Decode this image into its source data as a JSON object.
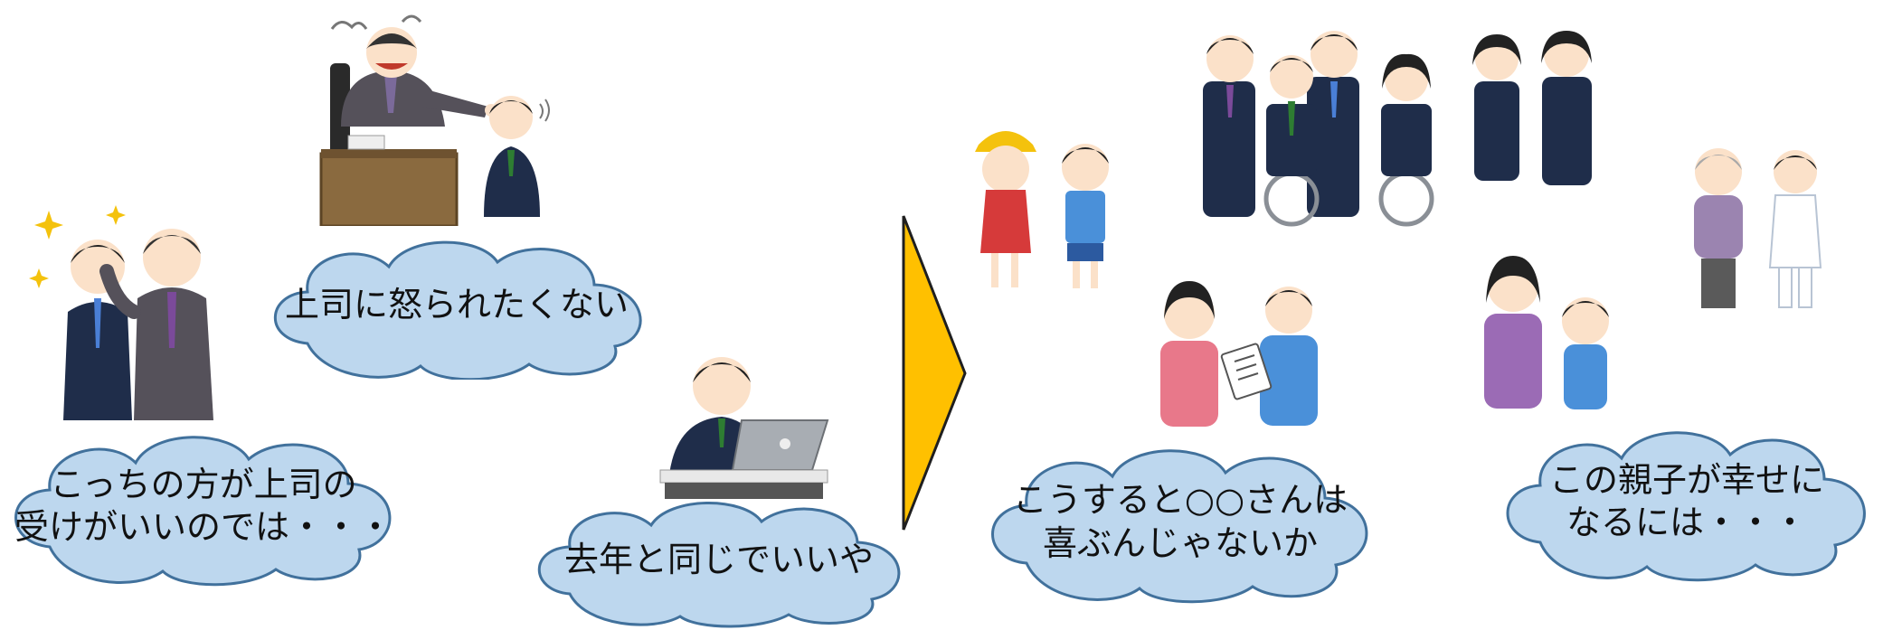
{
  "bubbles": {
    "boss_angry": {
      "lines": [
        "上司に怒られたくない"
      ]
    },
    "boss_favor": {
      "lines": [
        "こっちの方が上司の",
        "受けがいいのでは・・・"
      ]
    },
    "same_as_last_year": {
      "lines": [
        "去年と同じでいいや"
      ]
    },
    "make_happy": {
      "lines": [
        "こうすると○○さんは",
        "喜ぶんじゃないか"
      ]
    },
    "parent_child": {
      "lines": [
        "この親子が幸せに",
        "なるには・・・"
      ]
    }
  },
  "colors": {
    "bubble_fill": "#bdd7ee",
    "bubble_stroke": "#41719c",
    "arrow_fill": "#ffc000",
    "arrow_stroke": "#1f1f1f",
    "suit": "#1f2d4a",
    "suit_gray": "#55515a",
    "skin": "#fbe1c9",
    "hair": "#222222",
    "desk": "#8a6a3f"
  },
  "icons": [
    "cloud-bubble",
    "arrow-right-icon",
    "person-icon",
    "desk-icon",
    "laptop-icon",
    "wheelchair-icon",
    "clipboard-icon"
  ]
}
